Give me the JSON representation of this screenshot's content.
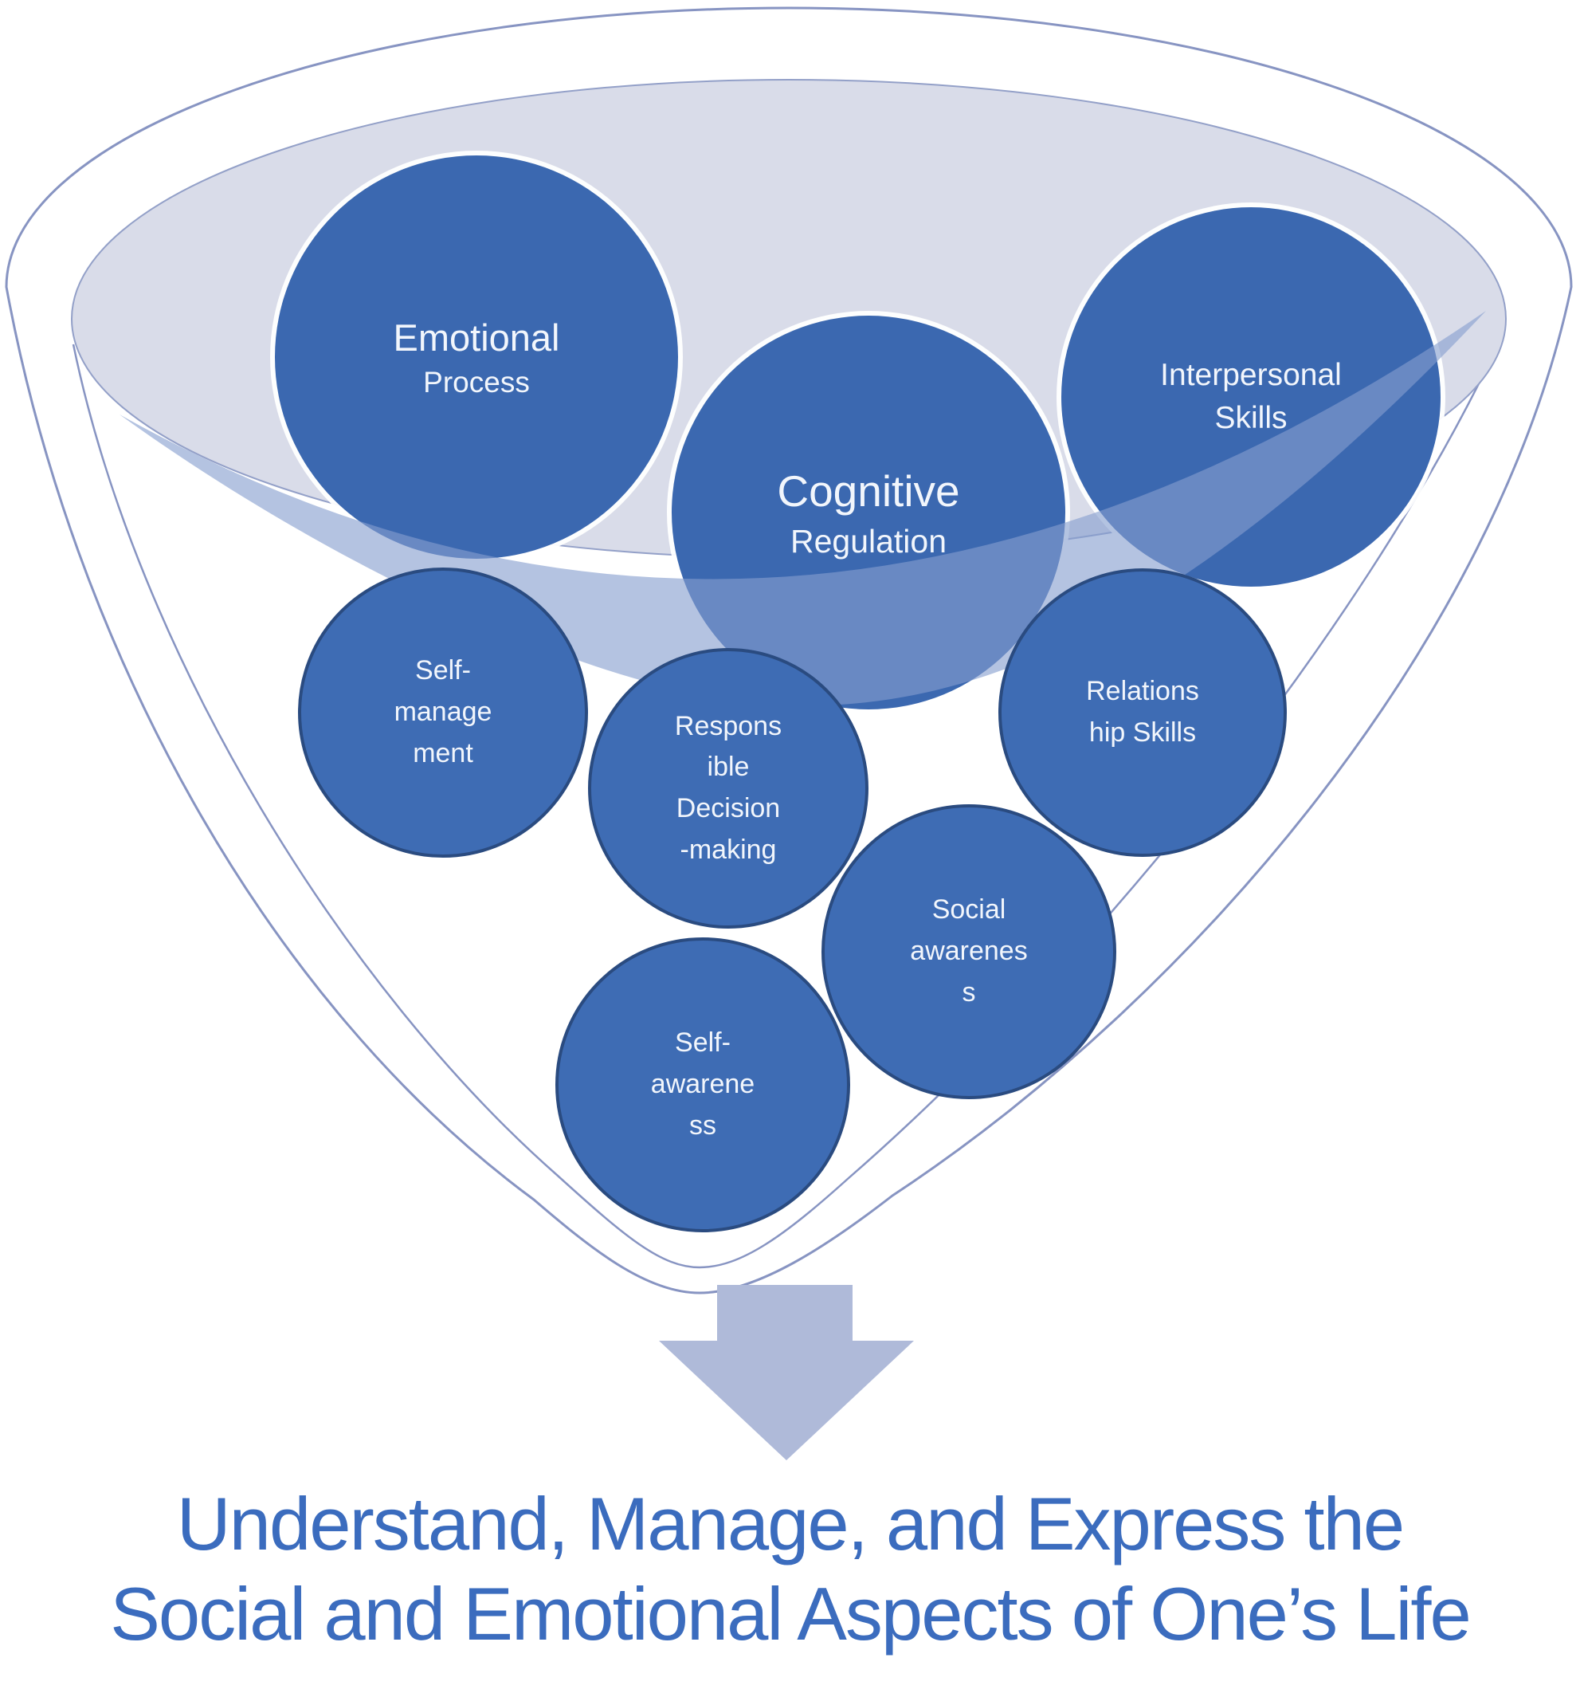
{
  "diagram": {
    "type": "funnel",
    "top_circles": [
      {
        "id": "emotional-process",
        "primary": "Emotional",
        "secondary": "Process"
      },
      {
        "id": "cognitive-regulation",
        "primary": "Cognitive",
        "secondary": "Regulation"
      },
      {
        "id": "interpersonal-skills",
        "primary": "Interpersonal",
        "secondary": "Skills"
      }
    ],
    "inner_circles": [
      {
        "id": "self-management",
        "label": "Self-\nmanage\nment"
      },
      {
        "id": "responsible-decision-making",
        "label": "Respons\nible\nDecision\n-making"
      },
      {
        "id": "relationship-skills",
        "label": "Relations\nhip Skills"
      },
      {
        "id": "social-awareness",
        "label": "Social\nawarenes\ns"
      },
      {
        "id": "self-awareness",
        "label": "Self-\nawarene\nss"
      }
    ],
    "caption": {
      "line1": "Understand, Manage, and Express the",
      "line2": "Social and Emotional Aspects of One’s Life"
    },
    "colors": {
      "circle_fill": "#3B68B0",
      "inner_circle_fill": "#3E6CB4",
      "inner_circle_border": "#2A4B80",
      "funnel_outline": "#8794C2",
      "liquid_surface": "#D9DCE9",
      "liquid_front": "rgba(134,158,206,0.62)",
      "arrow": "#AFBAD9",
      "caption_text": "#3B6CBE",
      "circle_text": "#F2F6FC"
    }
  }
}
